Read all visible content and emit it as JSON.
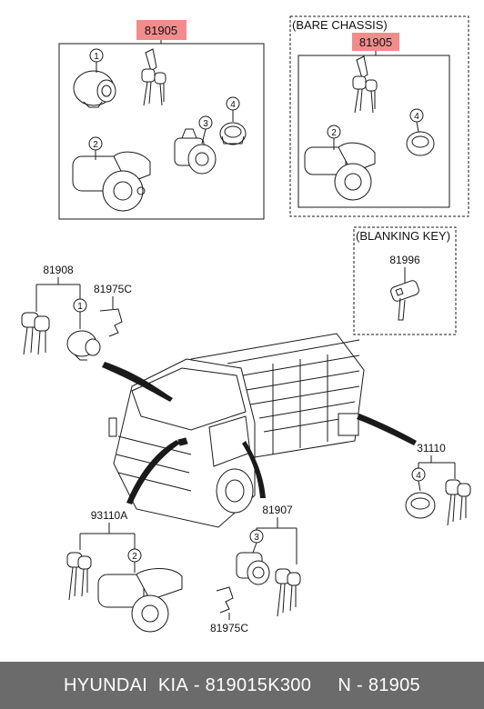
{
  "colors": {
    "highlight": "#f28c8c",
    "footer_bg": "#6b6b6b",
    "footer_text": "#ffffff",
    "line": "#1a1a1a"
  },
  "labels": {
    "top_part": "81905",
    "bare_chassis_title": "(BARE CHASSIS)",
    "bare_chassis_part": "81905",
    "blanking_key_title": "(BLANKING KEY)",
    "blanking_key_part": "81996",
    "door_key_set": "81908",
    "clip_upper": "81975C",
    "tank_set": "31110",
    "ignition_set": "93110A",
    "glove_set": "81907",
    "clip_lower": "81975C"
  },
  "callouts": {
    "one": "1",
    "two": "2",
    "three": "3",
    "four": "4"
  },
  "footer": {
    "brand": "HYUNDAI  KIA",
    "part_number": "819015K300",
    "ref": "N - 81905"
  }
}
